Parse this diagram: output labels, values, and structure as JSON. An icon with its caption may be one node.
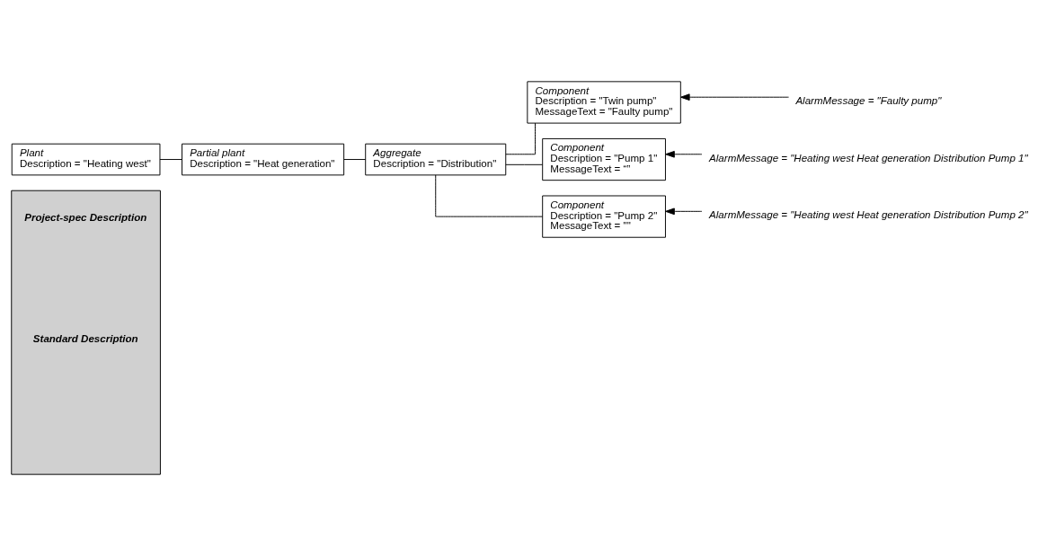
{
  "diagram": {
    "nodes": [
      {
        "text": [
          "Project-spec Description",
          "Standard Description"
        ]
      },
      {
        "text": [
          "Plant",
          "Description = \"Heating west\""
        ]
      },
      {
        "text": [
          "Partial plant",
          "Description = \"Heat generation\""
        ]
      },
      {
        "text": [
          "Aggregate",
          "Description = \"Distribution\""
        ]
      },
      {
        "text": [
          "Component",
          "Description = \"Twin pump\"",
          "MessageText = \"Faulty pump\""
        ]
      },
      {
        "text": [
          "Component",
          "Description = \"Pump 1\"",
          "MessageText = “”"
        ]
      },
      {
        "text": [
          "Component",
          "Description = \"Pump 2\"",
          "MessageText = \"\""
        ]
      },
      {
        "text": [
          "AlarmMessage = \"Faulty pump\""
        ]
      },
      {
        "text": [
          "AlarmMessage = \"Heating west Heat generation Distribution Pump 1\""
        ]
      },
      {
        "text": [
          "AlarmMessage = \"Heating west Heat generation Distribution Pump 2\""
        ]
      }
    ],
    "edges": [
      {
        "from": 1,
        "to": 2,
        "arrow": "none"
      },
      {
        "from": 2,
        "to": 3,
        "arrow": "none"
      },
      {
        "from": 3,
        "to": 4,
        "arrow": "none"
      },
      {
        "from": 3,
        "to": 5,
        "arrow": "none"
      },
      {
        "from": 3,
        "to": 6,
        "arrow": "none"
      },
      {
        "from": 7,
        "to": 4,
        "arrow": "to"
      },
      {
        "from": 8,
        "to": 5,
        "arrow": "to"
      },
      {
        "from": 9,
        "to": 6,
        "arrow": "to"
      }
    ]
  }
}
